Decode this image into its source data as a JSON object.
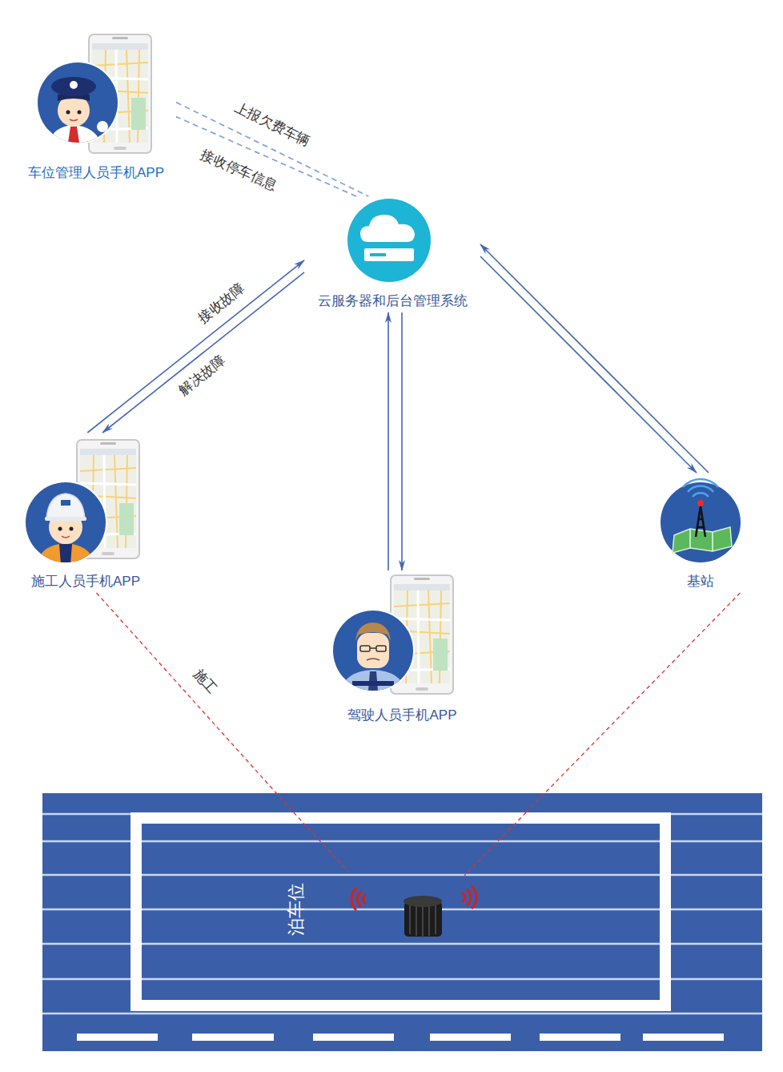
{
  "diagram": {
    "nodes": [
      {
        "text": [
          "车位管理人员手机APP"
        ]
      },
      {
        "text": [
          "云服务器和后台管理系统"
        ]
      },
      {
        "text": [
          "施工人员手机APP"
        ]
      },
      {
        "text": [
          "驾驶人员手机APP"
        ]
      },
      {
        "text": [
          "基站"
        ]
      },
      {
        "text": [
          "泊车位"
        ]
      }
    ],
    "edges": [
      {
        "from": 0,
        "to": 1,
        "label": "上报欠费车辆",
        "arrow": "none"
      },
      {
        "from": 1,
        "to": 0,
        "label": "接收停车信息",
        "arrow": "none"
      },
      {
        "from": 2,
        "to": 1,
        "label": "接收故障",
        "arrow": "to"
      },
      {
        "from": 1,
        "to": 2,
        "label": "解决故障",
        "arrow": "to"
      },
      {
        "from": 3,
        "to": 1,
        "arrow": "to"
      },
      {
        "from": 1,
        "to": 3,
        "arrow": "to"
      },
      {
        "from": 4,
        "to": 1,
        "arrow": "to"
      },
      {
        "from": 1,
        "to": 4,
        "arrow": "to"
      },
      {
        "from": 2,
        "to": 5,
        "label": "施工",
        "arrow": "none"
      },
      {
        "from": 4,
        "to": 5,
        "arrow": "none"
      }
    ]
  }
}
